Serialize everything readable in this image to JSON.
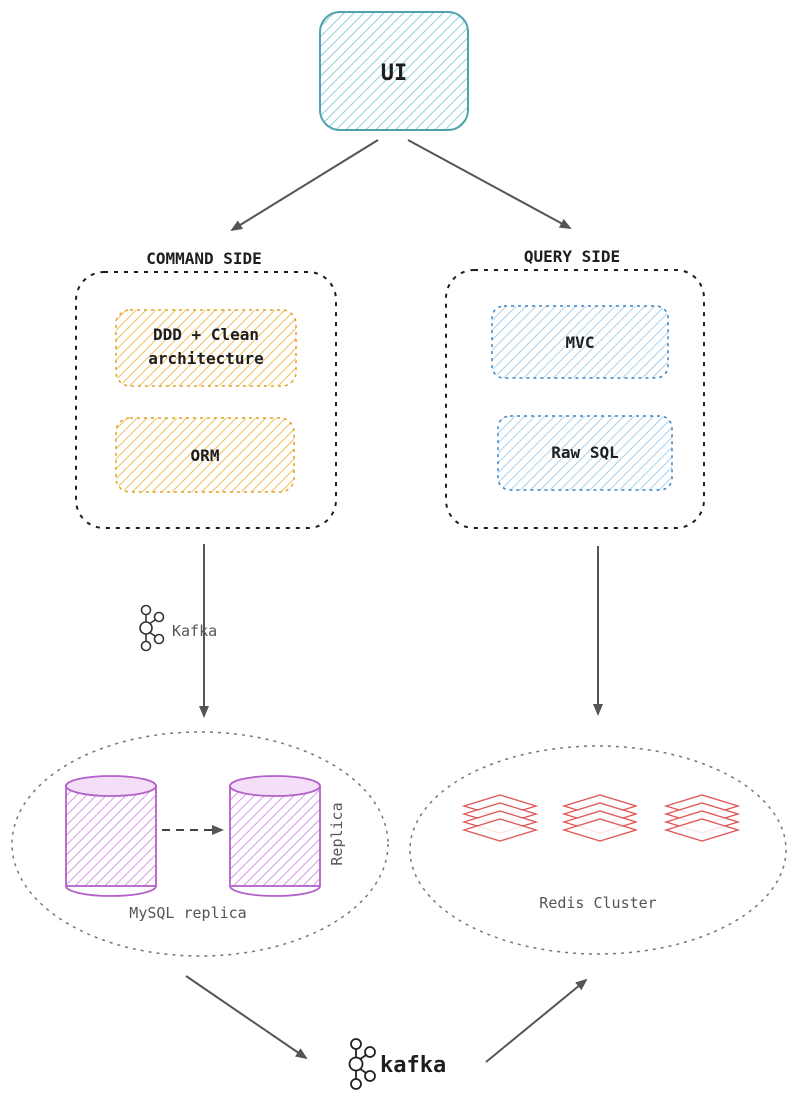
{
  "ui": {
    "label": "UI"
  },
  "command_side": {
    "title": "COMMAND SIDE",
    "box1_line1": "DDD + Clean",
    "box1_line2": "architecture",
    "box2": "ORM"
  },
  "query_side": {
    "title": "QUERY SIDE",
    "box1": "MVC",
    "box2": "Raw SQL"
  },
  "kafka_top": {
    "label": "Kafka"
  },
  "mysql": {
    "label": "MySQL replica",
    "replica_label": "Replica"
  },
  "redis": {
    "label": "Redis Cluster"
  },
  "kafka_bottom": {
    "label": "kafka"
  },
  "colors": {
    "ui_stroke": "#4fa3b0",
    "ui_fill": "#c6e8ee",
    "command_stroke": "#e0a020",
    "command_fill": "#fce1a8",
    "query_stroke": "#3b82c4",
    "query_fill": "#d4e8f5",
    "db_stroke": "#b360c8",
    "db_fill": "#e8c7f0",
    "redis_stroke": "#e05a5a",
    "arrow": "#555555"
  }
}
